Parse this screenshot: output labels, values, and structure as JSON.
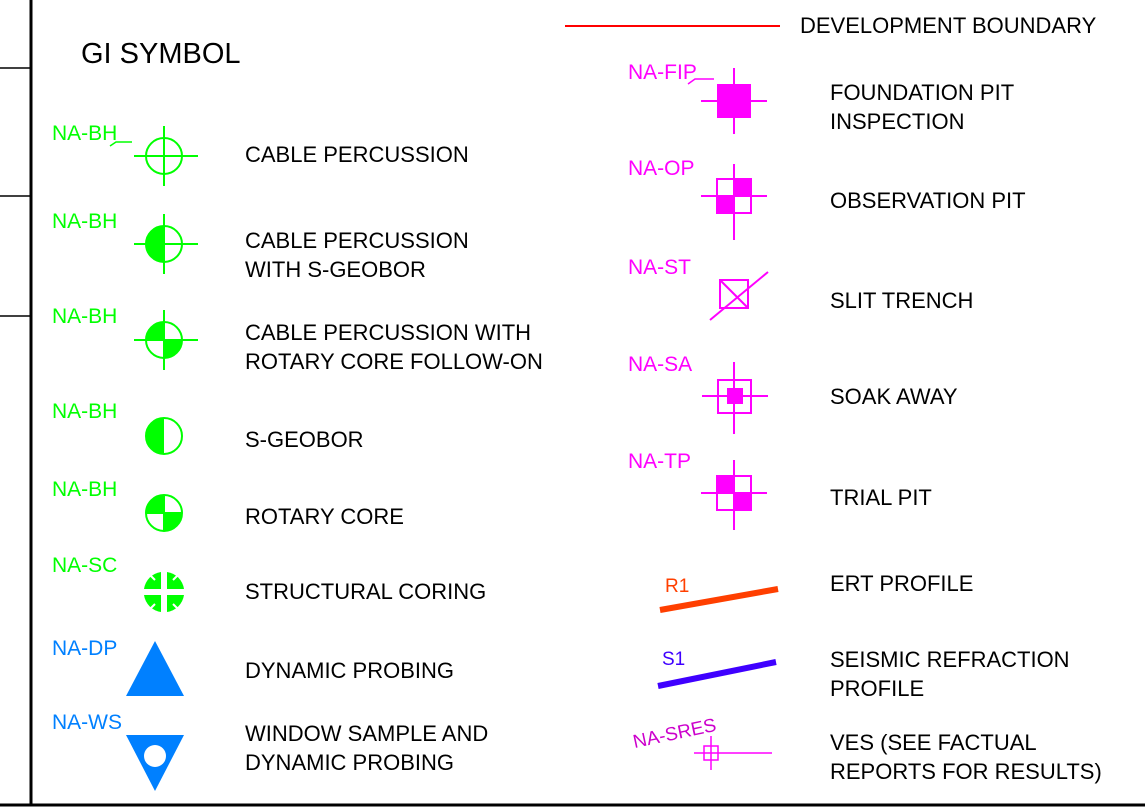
{
  "colors": {
    "green": "#00ff00",
    "magenta": "#ff00ff",
    "blue": "#0080ff",
    "red": "#ff0000",
    "orange": "#ff3f00",
    "violet": "#3f00ff",
    "black": "#000000"
  },
  "boundary_label": "DEVELOPMENT BOUNDARY",
  "title": "GI SYMBOL",
  "left_legend": [
    {
      "tag": "NA-BH",
      "icon": "cable-percussion-icon",
      "lines": [
        "CABLE PERCUSSION"
      ]
    },
    {
      "tag": "NA-BH",
      "icon": "cable-percussion-sgeobor-icon",
      "lines": [
        "CABLE PERCUSSION",
        "WITH S-GEOBOR"
      ]
    },
    {
      "tag": "NA-BH",
      "icon": "cable-percussion-rotary-icon",
      "lines": [
        "CABLE PERCUSSION WITH",
        "ROTARY CORE FOLLOW-ON"
      ]
    },
    {
      "tag": "NA-BH",
      "icon": "sgeobor-icon",
      "lines": [
        "S-GEOBOR"
      ]
    },
    {
      "tag": "NA-BH",
      "icon": "rotary-core-icon",
      "lines": [
        "ROTARY CORE"
      ]
    },
    {
      "tag": "NA-SC",
      "icon": "structural-coring-icon",
      "lines": [
        "STRUCTURAL CORING"
      ]
    },
    {
      "tag": "NA-DP",
      "icon": "dynamic-probing-icon",
      "lines": [
        "DYNAMIC PROBING"
      ]
    },
    {
      "tag": "NA-WS",
      "icon": "window-sample-icon",
      "lines": [
        "WINDOW SAMPLE AND",
        "DYNAMIC PROBING"
      ]
    }
  ],
  "right_legend": [
    {
      "tag": "NA-FIP",
      "icon": "foundation-pit-icon",
      "lines": [
        "FOUNDATION PIT",
        "INSPECTION"
      ]
    },
    {
      "tag": "NA-OP",
      "icon": "observation-pit-icon",
      "lines": [
        "OBSERVATION PIT"
      ]
    },
    {
      "tag": "NA-ST",
      "icon": "slit-trench-icon",
      "lines": [
        "SLIT TRENCH"
      ]
    },
    {
      "tag": "NA-SA",
      "icon": "soak-away-icon",
      "lines": [
        "SOAK AWAY"
      ]
    },
    {
      "tag": "NA-TP",
      "icon": "trial-pit-icon",
      "lines": [
        "TRIAL PIT"
      ]
    },
    {
      "tag": "R1",
      "icon": "ert-profile-icon",
      "lines": [
        "ERT PROFILE"
      ]
    },
    {
      "tag": "S1",
      "icon": "seismic-profile-icon",
      "lines": [
        "SEISMIC REFRACTION",
        "PROFILE"
      ]
    },
    {
      "tag": "NA-SRES",
      "icon": "ves-icon",
      "lines": [
        "VES (SEE FACTUAL",
        "REPORTS FOR RESULTS)"
      ]
    }
  ]
}
